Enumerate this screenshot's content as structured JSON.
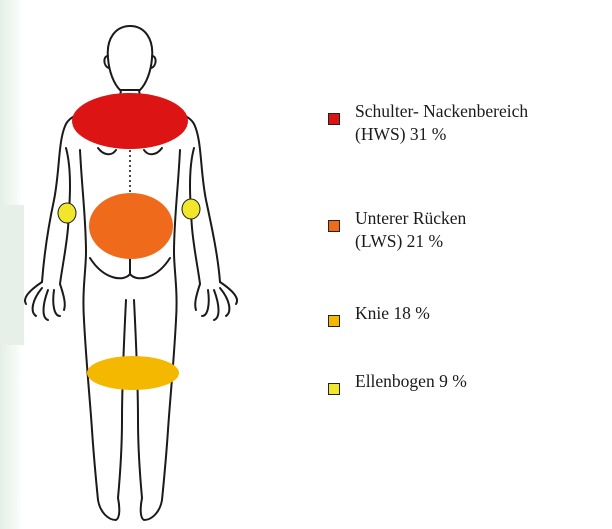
{
  "legend": {
    "items": [
      {
        "line1": "Schulter- Nackenbereich",
        "line2": "(HWS) 31 %",
        "color": "#dc1414"
      },
      {
        "line1": "Unterer Rücken",
        "line2": "(LWS) 21 %",
        "color": "#f06a1c"
      },
      {
        "line1": "Knie 18 %",
        "line2": "",
        "color": "#f5b800"
      },
      {
        "line1": "Ellenbogen 9 %",
        "line2": "",
        "color": "#f2e62a"
      }
    ]
  },
  "colors": {
    "shoulder": "#dc1414",
    "lower_back": "#f06a1c",
    "knee": "#f5b800",
    "elbow": "#f2e62a",
    "outline": "#1a1a1a"
  }
}
